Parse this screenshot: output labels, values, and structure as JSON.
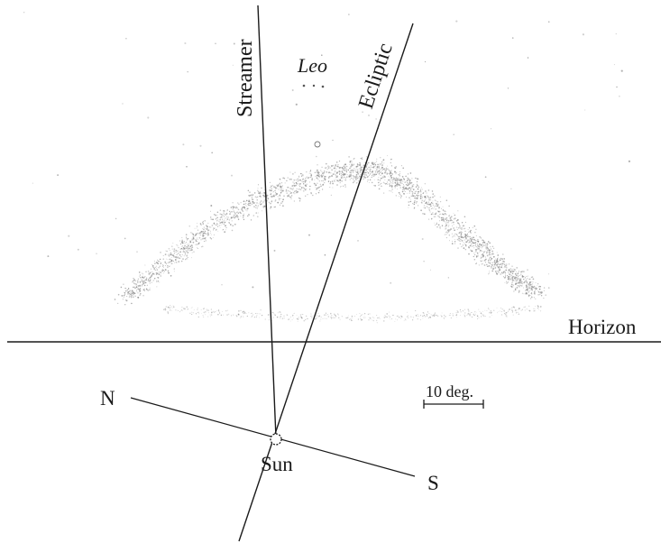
{
  "labels": {
    "streamer": "Streamer",
    "ecliptic": "Ecliptic",
    "leo": "Leo",
    "horizon": "Horizon",
    "north": "N",
    "south": "S",
    "sun": "Sun",
    "scale": "10 deg."
  },
  "colors": {
    "ink": "#1a1a1a",
    "glow": "#8a8a8a",
    "background": "#ffffff"
  }
}
